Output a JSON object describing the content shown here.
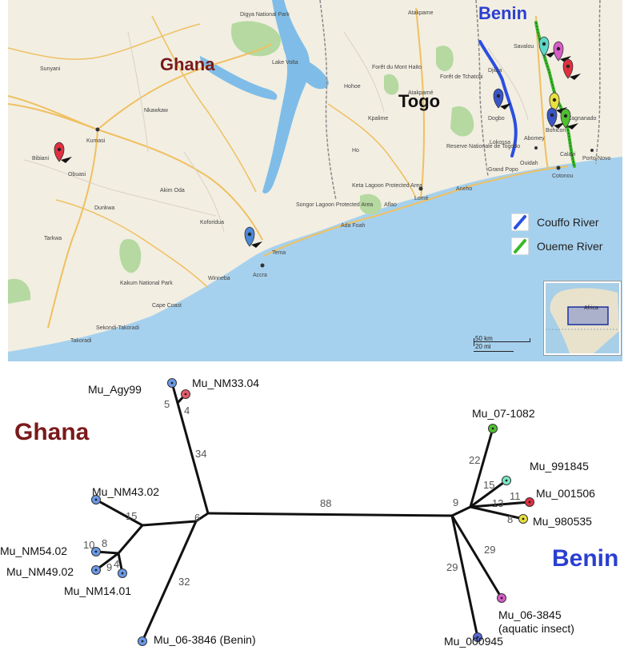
{
  "map": {
    "countries": {
      "ghana": {
        "label": "Ghana",
        "color": "#7a1a1a"
      },
      "togo": {
        "label": "Togo",
        "color": "#111111"
      },
      "benin": {
        "label": "Benin",
        "color": "#2a3fd0"
      }
    },
    "legend": [
      {
        "label": "Couffo River",
        "color": "#2a4fe0"
      },
      {
        "label": "Oueme River",
        "color": "#3ab82a"
      }
    ],
    "scale": {
      "km": "50 km",
      "mi": "20 mi"
    },
    "inset_label": "Africa",
    "place_labels": [
      "Digya National Park",
      "Lake Volta",
      "Kumasi",
      "Accra",
      "Lomé",
      "Cotonou",
      "Porto-Novo",
      "Abomey",
      "Kakum National Park",
      "Cape Coast",
      "Sekondi-Takoradi",
      "Takoradi",
      "Keta Lagoon Protected Area",
      "Songor Lagoon Protected Area",
      "Ada Foah",
      "Aneho",
      "Grand Popo",
      "Atakpame",
      "Koforidua",
      "Tema",
      "Sunyani",
      "Obuasi",
      "Tarkwa",
      "Dunkwa",
      "Bibiani",
      "Forêt du Mont Haito",
      "Reserve Nationale de Togodo",
      "Forêt de Tchatchi",
      "Atakpamé",
      "Dogbo",
      "Savalou",
      "Djidja",
      "Lokossa",
      "Zagnanado",
      "Bohicon",
      "Calavi",
      "Ouidah",
      "Kpalime",
      "Ho",
      "Hohoe",
      "Aflao",
      "Nkawkaw",
      "Akim Oda",
      "Winneba"
    ],
    "pins": [
      {
        "name": "pin-red-ghana",
        "color": "#e03040"
      },
      {
        "name": "pin-blue-accra",
        "color": "#4a88d8"
      },
      {
        "name": "pin-blue-couffo",
        "color": "#3a55c8"
      },
      {
        "name": "pin-cyan-benin",
        "color": "#5cd8c8"
      },
      {
        "name": "pin-magenta-benin",
        "color": "#d85cc8"
      },
      {
        "name": "pin-red-benin",
        "color": "#e03040"
      },
      {
        "name": "pin-yellow-benin",
        "color": "#e8e040"
      },
      {
        "name": "pin-blue-benin",
        "color": "#3a55c8"
      },
      {
        "name": "pin-green-benin",
        "color": "#50c030"
      }
    ]
  },
  "tree": {
    "regions": {
      "ghana": {
        "label": "Ghana",
        "color": "#7a1a1a"
      },
      "benin": {
        "label": "Benin",
        "color": "#2a3fd0"
      }
    },
    "leaves": [
      {
        "id": "agy99",
        "label": "Mu_Agy99",
        "color": "#6a9ae8"
      },
      {
        "id": "nm3304",
        "label": "Mu_NM33.04",
        "color": "#e85a6a"
      },
      {
        "id": "nm4302",
        "label": "Mu_NM43.02",
        "color": "#6a9ae8"
      },
      {
        "id": "nm5402",
        "label": "Mu_NM54.02",
        "color": "#6a9ae8"
      },
      {
        "id": "nm4902",
        "label": "Mu_NM49.02",
        "color": "#6a9ae8"
      },
      {
        "id": "nm1401",
        "label": "Mu_NM14.01",
        "color": "#6a9ae8"
      },
      {
        "id": "m063846",
        "label": "Mu_06-3846 (Benin)",
        "color": "#6a9ae8"
      },
      {
        "id": "m071082",
        "label": "Mu_07-1082",
        "color": "#50c030"
      },
      {
        "id": "m991845",
        "label": "Mu_991845",
        "color": "#7ae8c8"
      },
      {
        "id": "m001506",
        "label": "Mu_001506",
        "color": "#e03040"
      },
      {
        "id": "m980535",
        "label": "Mu_980535",
        "color": "#e8e040"
      },
      {
        "id": "m063845",
        "label": "Mu_06-3845",
        "label2": "(aquatic insect)",
        "color": "#d85cc8"
      },
      {
        "id": "m000945",
        "label": "Mu_000945",
        "color": "#5a6ad8"
      }
    ],
    "branch_labels": [
      {
        "id": "b88",
        "text": "88"
      },
      {
        "id": "b34",
        "text": "34"
      },
      {
        "id": "b5",
        "text": "5"
      },
      {
        "id": "b4top",
        "text": "4"
      },
      {
        "id": "b6",
        "text": "6"
      },
      {
        "id": "b15g",
        "text": "15"
      },
      {
        "id": "b10",
        "text": "10"
      },
      {
        "id": "b8g",
        "text": "8"
      },
      {
        "id": "b9g",
        "text": "9"
      },
      {
        "id": "b4g",
        "text": "4"
      },
      {
        "id": "b32",
        "text": "32"
      },
      {
        "id": "b9b",
        "text": "9"
      },
      {
        "id": "b22",
        "text": "22"
      },
      {
        "id": "b15b",
        "text": "15"
      },
      {
        "id": "b11",
        "text": "11"
      },
      {
        "id": "b13",
        "text": "13"
      },
      {
        "id": "b8b",
        "text": "8"
      },
      {
        "id": "b29a",
        "text": "29"
      },
      {
        "id": "b29b",
        "text": "29"
      }
    ]
  }
}
